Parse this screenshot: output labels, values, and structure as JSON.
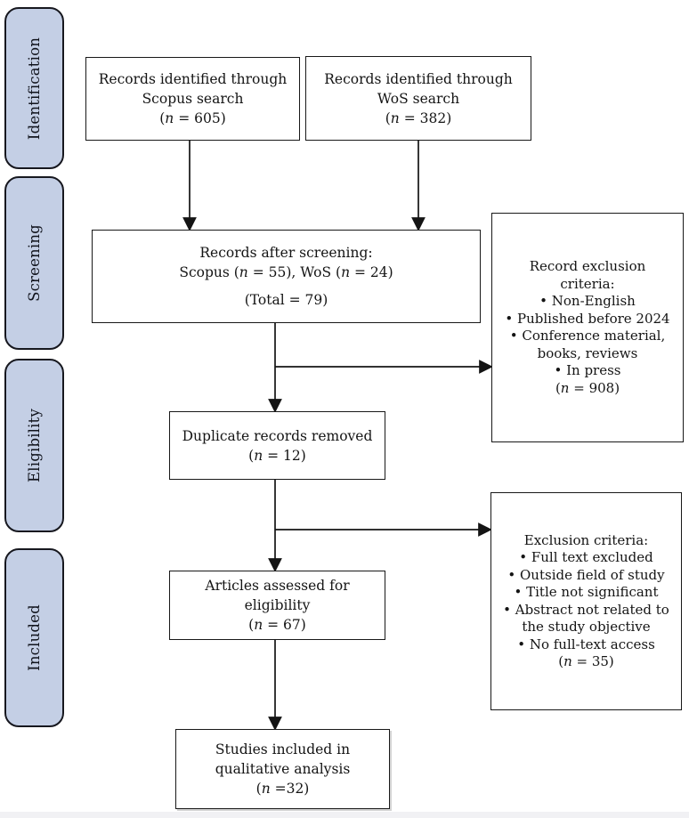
{
  "palette": {
    "stage_fill": "#c4cfe5",
    "stage_border": "#17181f",
    "box_border": "#181818",
    "box_fill": "#ffffff",
    "arrow": "#141414",
    "text": "#141414",
    "bottom_strip": "#f1f1f4"
  },
  "stages": [
    {
      "label": "Identification"
    },
    {
      "label": "Screening"
    },
    {
      "label": "Eligibility"
    },
    {
      "label": "Included"
    }
  ],
  "boxes": {
    "scopus": {
      "lines": [
        {
          "segments": [
            {
              "text": "Records identified through"
            }
          ]
        },
        {
          "segments": [
            {
              "text": "Scopus search"
            }
          ]
        },
        {
          "segments": [
            {
              "text": "("
            },
            {
              "text": "n",
              "italic": true
            },
            {
              "text": " = 605)"
            }
          ]
        }
      ]
    },
    "wos": {
      "lines": [
        {
          "segments": [
            {
              "text": "Records identified through"
            }
          ]
        },
        {
          "segments": [
            {
              "text": "WoS search"
            }
          ]
        },
        {
          "segments": [
            {
              "text": "("
            },
            {
              "text": "n",
              "italic": true
            },
            {
              "text": " = 382)"
            }
          ]
        }
      ]
    },
    "after_screening": {
      "lines": [
        {
          "segments": [
            {
              "text": "Records after screening:"
            }
          ]
        },
        {
          "segments": [
            {
              "text": "Scopus ("
            },
            {
              "text": "n",
              "italic": true
            },
            {
              "text": " = 55), WoS ("
            },
            {
              "text": "n",
              "italic": true
            },
            {
              "text": " = 24)"
            }
          ]
        },
        {
          "gap": true,
          "segments": [
            {
              "text": "(Total = 79)"
            }
          ]
        }
      ]
    },
    "record_exclusion": {
      "lines": [
        {
          "segments": [
            {
              "text": "Record exclusion"
            }
          ]
        },
        {
          "segments": [
            {
              "text": "criteria:"
            }
          ]
        },
        {
          "segments": [
            {
              "text": "• Non-English"
            }
          ]
        },
        {
          "segments": [
            {
              "text": "• Published before 2024"
            }
          ]
        },
        {
          "segments": [
            {
              "text": "• Conference material,"
            }
          ]
        },
        {
          "segments": [
            {
              "text": "books, reviews"
            }
          ]
        },
        {
          "segments": [
            {
              "text": "• In press"
            }
          ]
        },
        {
          "segments": [
            {
              "text": "("
            },
            {
              "text": "n",
              "italic": true
            },
            {
              "text": " = 908)"
            }
          ]
        }
      ]
    },
    "duplicates": {
      "lines": [
        {
          "segments": [
            {
              "text": "Duplicate records removed"
            }
          ]
        },
        {
          "segments": [
            {
              "text": "("
            },
            {
              "text": "n",
              "italic": true
            },
            {
              "text": " = 12)"
            }
          ]
        }
      ]
    },
    "exclusion": {
      "lines": [
        {
          "segments": [
            {
              "text": "Exclusion criteria:"
            }
          ]
        },
        {
          "segments": [
            {
              "text": "• Full text excluded"
            }
          ]
        },
        {
          "segments": [
            {
              "text": "• Outside field of study"
            }
          ]
        },
        {
          "segments": [
            {
              "text": "• Title not significant"
            }
          ]
        },
        {
          "segments": [
            {
              "text": "• Abstract not related to"
            }
          ]
        },
        {
          "segments": [
            {
              "text": "the study objective"
            }
          ]
        },
        {
          "segments": [
            {
              "text": "• No full-text access"
            }
          ]
        },
        {
          "segments": [
            {
              "text": "("
            },
            {
              "text": "n",
              "italic": true
            },
            {
              "text": " = 35)"
            }
          ]
        }
      ]
    },
    "assessed": {
      "lines": [
        {
          "segments": [
            {
              "text": "Articles assessed for"
            }
          ]
        },
        {
          "segments": [
            {
              "text": "eligibility"
            }
          ]
        },
        {
          "segments": [
            {
              "text": "("
            },
            {
              "text": "n",
              "italic": true
            },
            {
              "text": " = 67)"
            }
          ]
        }
      ]
    },
    "included_final": {
      "lines": [
        {
          "segments": [
            {
              "text": "Studies included in"
            }
          ]
        },
        {
          "segments": [
            {
              "text": "qualitative analysis"
            }
          ]
        },
        {
          "segments": [
            {
              "text": "("
            },
            {
              "text": "n",
              "italic": true
            },
            {
              "text": " =32)"
            }
          ]
        }
      ]
    }
  }
}
